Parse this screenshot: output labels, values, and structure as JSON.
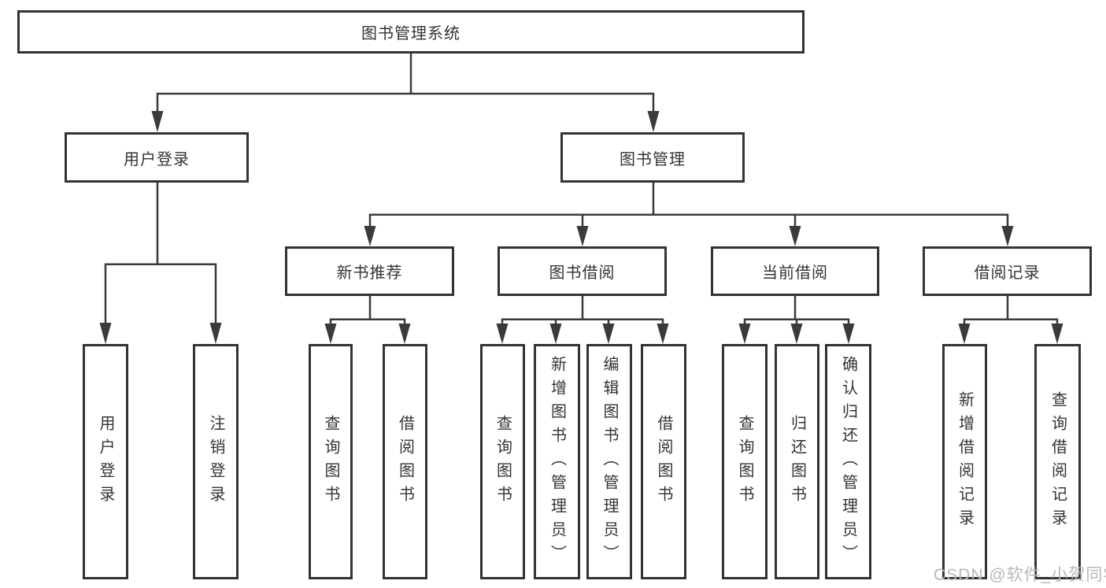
{
  "diagram_title": "图书管理系统",
  "tree": {
    "root": {
      "label": "图书管理系统"
    },
    "branches": [
      {
        "label": "用户登录",
        "children": [
          "用户登录",
          "注销登录"
        ]
      },
      {
        "label": "图书管理",
        "sections": [
          {
            "label": "新书推荐",
            "children": [
              "查询图书",
              "借阅图书"
            ]
          },
          {
            "label": "图书借阅",
            "children": [
              "查询图书",
              "新增图书（管理员）",
              "编辑图书（管理员）",
              "借阅图书"
            ]
          },
          {
            "label": "当前借阅",
            "children": [
              "查询图书",
              "归还图书",
              "确认归还（管理员）"
            ]
          },
          {
            "label": "借阅记录",
            "children": [
              "新增借阅记录",
              "查询借阅记录"
            ]
          }
        ]
      }
    ]
  },
  "watermark": "CSDN @软件_小贺同学",
  "colors": {
    "line": "#3a3a3a",
    "box_border": "#333333",
    "text": "#333333",
    "watermark": "#b8b8b8",
    "background": "#ffffff"
  }
}
